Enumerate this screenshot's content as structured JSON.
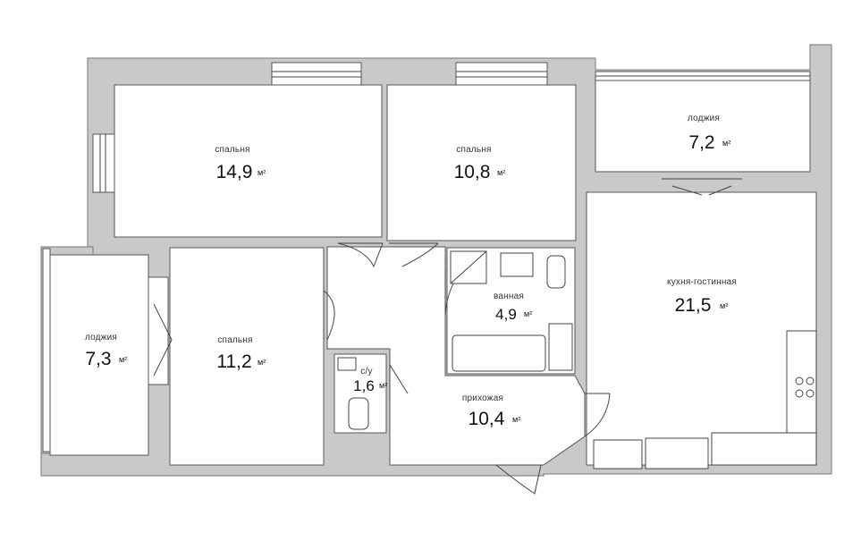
{
  "rooms": [
    {
      "id": "bedroom1",
      "name": "спальня",
      "area": "14,9",
      "unit": "м²"
    },
    {
      "id": "bedroom2",
      "name": "спальня",
      "area": "10,8",
      "unit": "м²"
    },
    {
      "id": "loggia1",
      "name": "лоджия",
      "area": "7,2",
      "unit": "м²"
    },
    {
      "id": "kitchen",
      "name": "кухня-гостинная",
      "area": "21,5",
      "unit": "м²"
    },
    {
      "id": "bathroom",
      "name": "ванная",
      "area": "4,9",
      "unit": "м²"
    },
    {
      "id": "loggia2",
      "name": "лоджия",
      "area": "7,3",
      "unit": "м²"
    },
    {
      "id": "bedroom3",
      "name": "спальня",
      "area": "11,2",
      "unit": "м²"
    },
    {
      "id": "wc",
      "name": "с/у",
      "area": "1,6",
      "unit": "м²"
    },
    {
      "id": "hallway",
      "name": "прихожая",
      "area": "10,4",
      "unit": "м²"
    }
  ]
}
